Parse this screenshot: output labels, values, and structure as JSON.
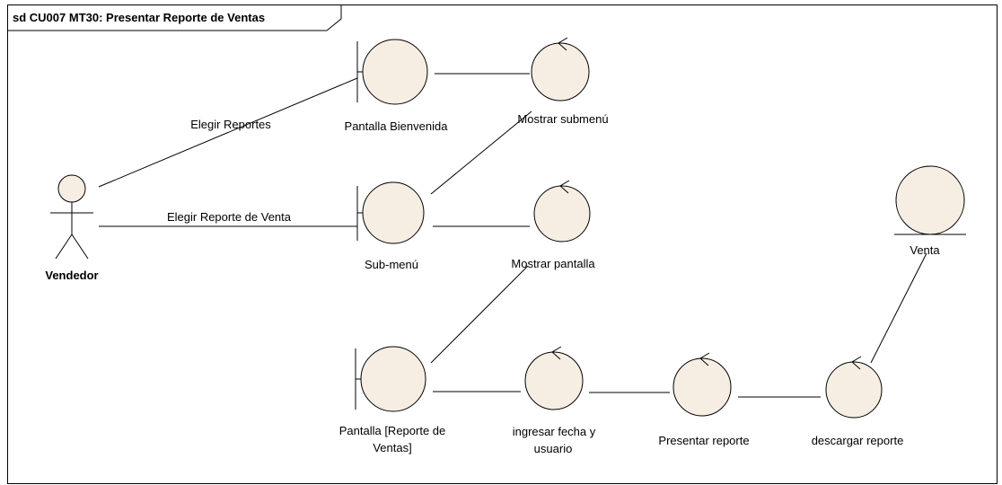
{
  "frame": {
    "title": "sd CU007 MT30: Presentar Reporte de Ventas"
  },
  "actor": {
    "name": "Vendedor"
  },
  "boundaries": {
    "bienvenida": "Pantalla Bienvenida",
    "submenu": "Sub-menú",
    "reporte_line1": "Pantalla [Reporte de",
    "reporte_line2": "Ventas]"
  },
  "controls": {
    "mostrar_submenu": "Mostrar submenú",
    "mostrar_pantalla": "Mostrar pantalla",
    "ingresar_line1": "ingresar fecha y",
    "ingresar_line2": "usuario",
    "presentar_reporte": "Presentar reporte",
    "descargar_reporte": "descargar reporte"
  },
  "entities": {
    "venta": "Venta"
  },
  "messages": {
    "elegir_reportes": "Elegir Reportes",
    "elegir_reporte_venta": "Elegir Reporte de Venta"
  }
}
